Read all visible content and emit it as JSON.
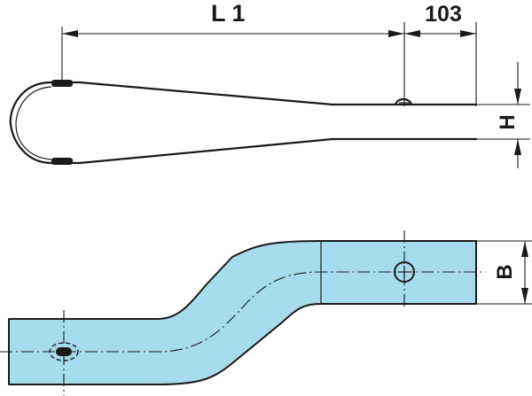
{
  "dimensions": {
    "length_label": "L 1",
    "offset_label": "103",
    "height_label": "H",
    "width_label": "B"
  }
}
